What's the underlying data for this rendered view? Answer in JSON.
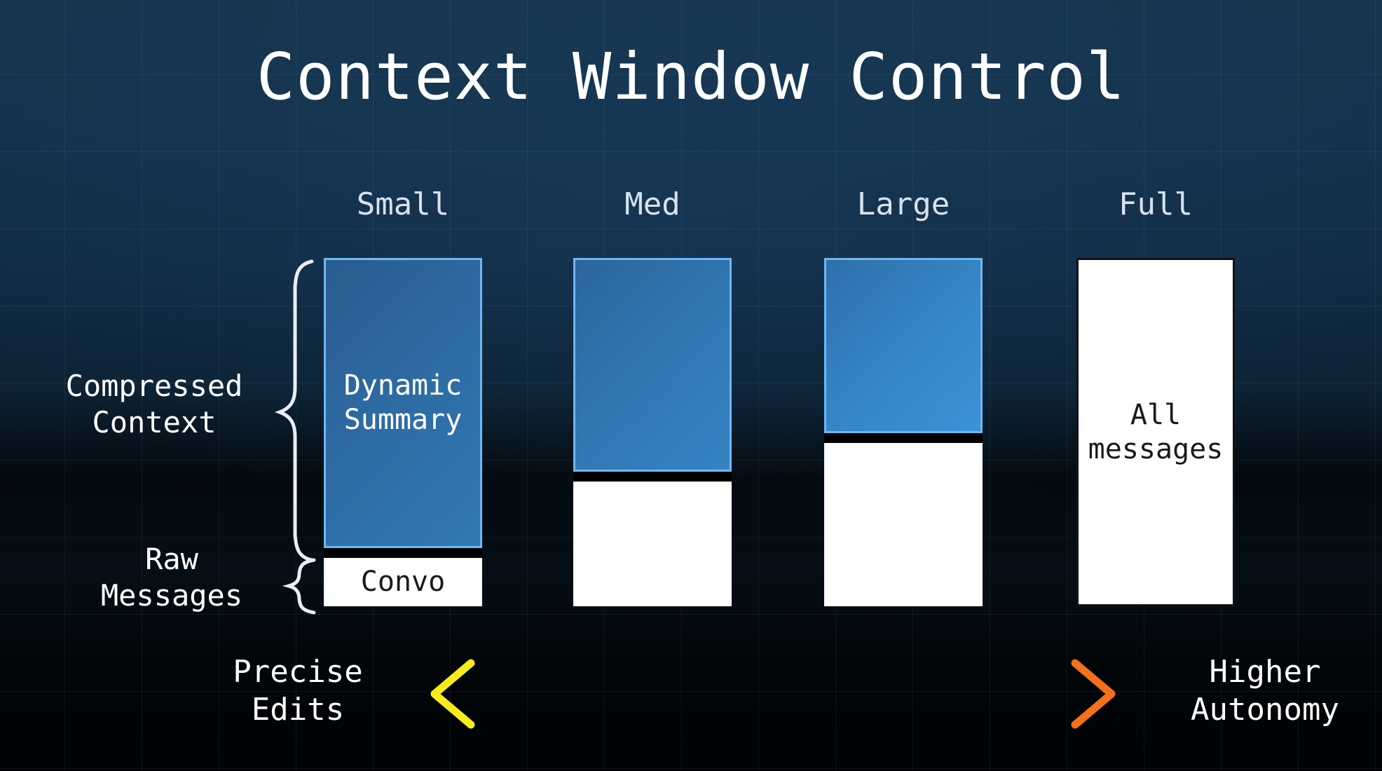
{
  "slide": {
    "title": "Context Window Control",
    "background_top_color": "#16354f",
    "background_bottom_color": "#000205"
  },
  "chart_data": {
    "type": "bar",
    "title": "Context Window Control",
    "xlabel": "",
    "ylabel": "",
    "categories": [
      "Small",
      "Med",
      "Large",
      "Full"
    ],
    "series": [
      {
        "name": "Compressed Context",
        "values": [
          84,
          62,
          50,
          0
        ]
      },
      {
        "name": "Raw Messages",
        "values": [
          16,
          38,
          50,
          100
        ]
      }
    ],
    "ylim": [
      0,
      100
    ],
    "grid": true,
    "legend_position": "left-braces",
    "annotations": [
      "Dynamic Summary",
      "Convo",
      "All messages",
      "Compressed Context",
      "Raw Messages",
      "Precise Edits",
      "Higher Autonomy"
    ],
    "accent_colors": {
      "compressed_fill": "#2f78b8",
      "compressed_border": "#6fb7f2",
      "raw_fill": "#ffffff",
      "divider": "#000000",
      "arrow_left": "#f5e617",
      "arrow_right": "#f57c16"
    }
  },
  "columns": [
    {
      "label": "Small",
      "blue_text": "Dynamic\nSummary",
      "white_text": "Convo",
      "blue_pct": 84,
      "white_pct": 14
    },
    {
      "label": "Med",
      "blue_text": "",
      "white_text": "",
      "blue_pct": 62,
      "white_pct": 36
    },
    {
      "label": "Large",
      "blue_text": "",
      "white_text": "",
      "blue_pct": 50,
      "white_pct": 48
    },
    {
      "label": "Full",
      "blue_text": "",
      "white_text": "All\nmessages",
      "blue_pct": 0,
      "white_pct": 100
    }
  ],
  "braces": {
    "compressed": "Compressed\nContext",
    "raw": "Raw\nMessages"
  },
  "axis": {
    "left": "Precise\nEdits",
    "right": "Higher\nAutonomy"
  }
}
